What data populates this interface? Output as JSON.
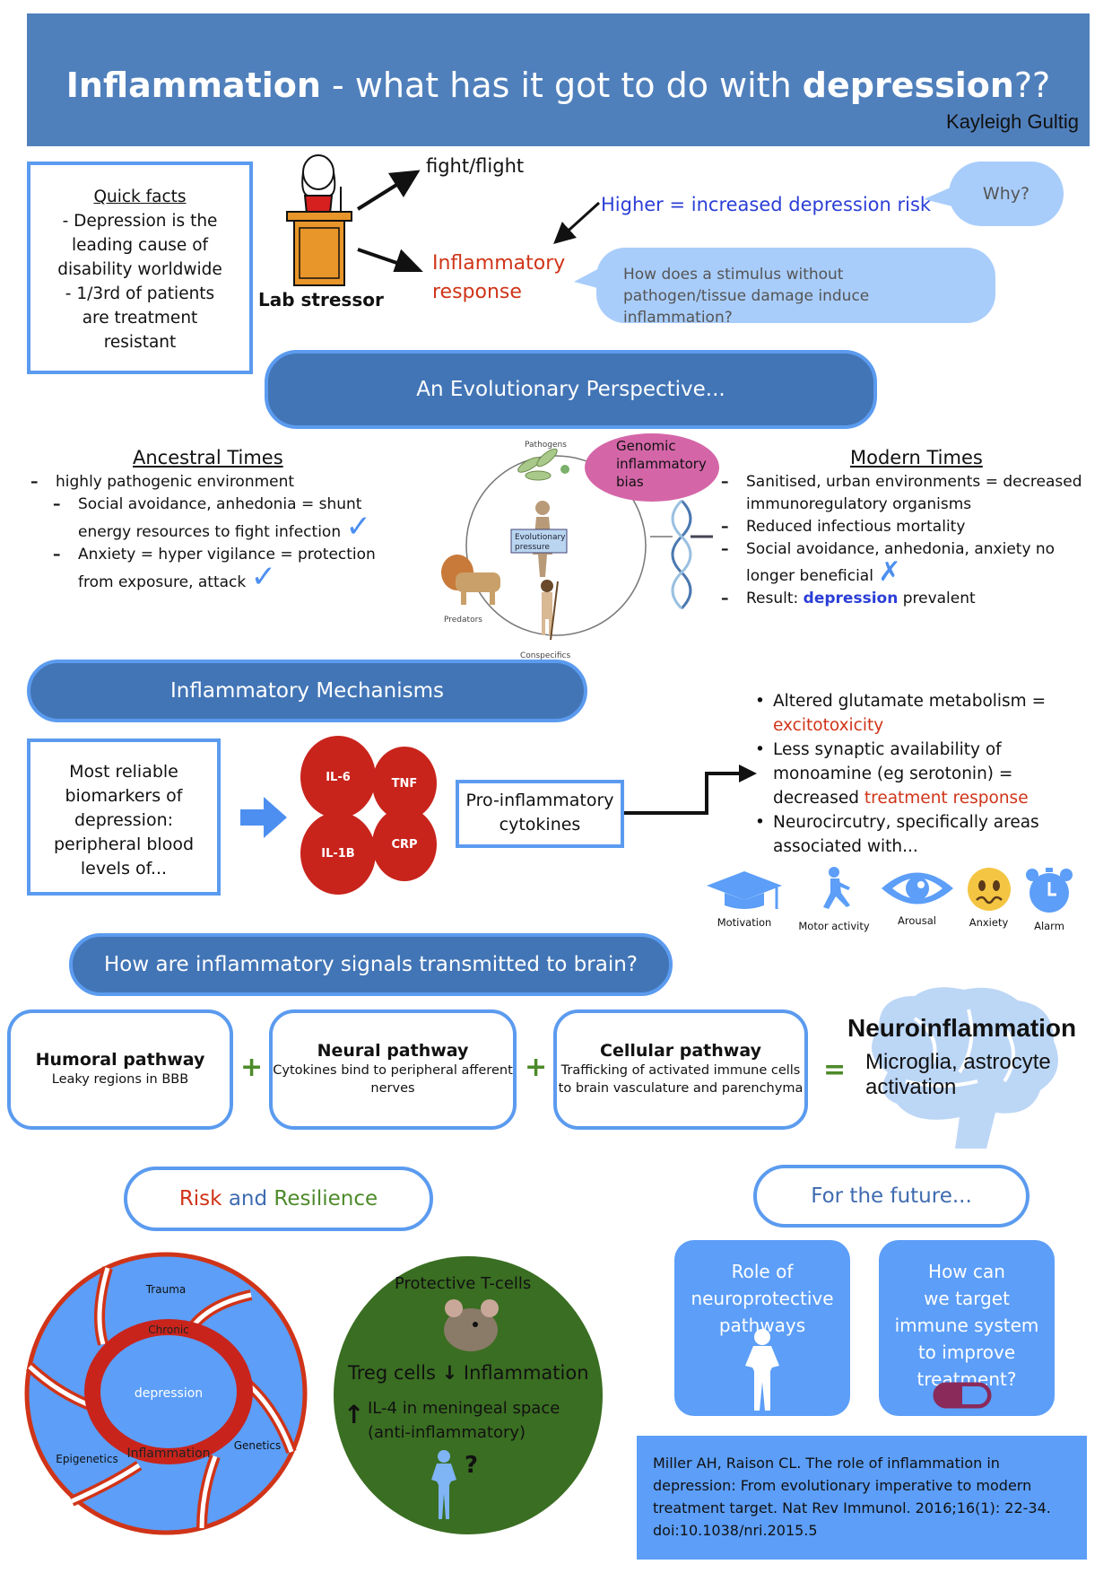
{
  "header": {
    "title_part1": "Inflammation",
    "title_part2": " - what has it got to do with ",
    "title_part3": "depression",
    "title_part4": "??",
    "author": "Kayleigh Gultig"
  },
  "quick_facts": {
    "title": "Quick facts",
    "lines": [
      "- Depression is the",
      "leading cause of",
      "disability worldwide",
      "- 1/3rd of patients",
      "are treatment",
      "resistant"
    ]
  },
  "stressor": {
    "label": "Lab stressor",
    "fight_flight": "fight/flight",
    "inflammatory_line1": "Inflammatory",
    "inflammatory_line2": "response",
    "higher": "Higher = increased depression risk",
    "why": "Why?",
    "how_does": "How does a stimulus without pathogen/tissue damage induce inflammation?"
  },
  "sections": {
    "evolutionary": "An Evolutionary Perspective...",
    "mechanisms": "Inflammatory Mechanisms",
    "how_transmitted": "How are inflammatory signals transmitted to brain?",
    "risk": "Risk",
    "and": "and",
    "resilience": "Resilience",
    "future": "For the future..."
  },
  "ancestral": {
    "title": "Ancestral Times",
    "items": [
      "highly pathogenic environment",
      "Social avoidance, anhedonia = shunt energy resources to fight infection",
      "Anxiety = hyper vigilance = protection from exposure, attack"
    ]
  },
  "modern": {
    "title": "Modern Times",
    "items": [
      "Sanitised, urban environments = decreased immunoregulatory organisms",
      "Reduced infectious mortality",
      "Social avoidance, anhedonia, anxiety no longer beneficial"
    ],
    "result_prefix": "Result: ",
    "result_word": "depression",
    "result_suffix": " prevalent"
  },
  "evo_diagram": {
    "pathogens": "Pathogens",
    "predators": "Predators",
    "conspecifics": "Conspecifics",
    "pressure_line1": "Evolutionary",
    "pressure_line2": "pressure",
    "genomic_line1": "Genomic",
    "genomic_line2": "inflammatory",
    "genomic_line3": "bias"
  },
  "mechanisms": {
    "biomarkers": [
      "Most reliable",
      "biomarkers of",
      "depression:",
      "peripheral blood",
      "levels of..."
    ],
    "cytokines": [
      "IL-6",
      "TNF",
      "IL-1B",
      "CRP"
    ],
    "pro_inflammatory_line1": "Pro-inflammatory",
    "pro_inflammatory_line2": "cytokines",
    "effects": {
      "e1_text": "Altered glutamate metabolism =",
      "e1_red": "excitotoxicity",
      "e2_text": "Less synaptic availability of monoamine (eg serotonin) = decreased ",
      "e2_red": "treatment response",
      "e3_text": "Neurocircutry, specifically areas associated with..."
    },
    "areas": [
      "Motivation",
      "Motor activity",
      "Arousal",
      "Anxiety",
      "Alarm"
    ]
  },
  "pathways": {
    "humoral_title": "Humoral pathway",
    "humoral_desc": "Leaky regions in BBB",
    "neural_title": "Neural pathway",
    "neural_desc": "Cytokines bind to peripheral afferent nerves",
    "cellular_title": "Cellular pathway",
    "cellular_desc": "Trafficking of activated immune cells to brain vasculature and parenchyma",
    "plus": "+",
    "equals": "=",
    "result_title": "Neuroinflammation",
    "result_line1": "Microglia, astrocyte",
    "result_line2": "activation"
  },
  "risk_wheel": {
    "center": "depression",
    "ring_top": "Chronic",
    "ring_bottom": "Inflammation",
    "factors": [
      "Trauma",
      "Genetics",
      "Epigenetics"
    ]
  },
  "resilience": {
    "title": "Protective T-cells",
    "treg": "Treg cells",
    "inflammation": "Inflammation",
    "il4_line1": "IL-4 in meningeal space",
    "il4_line2": "(anti-inflammatory)",
    "question": "?"
  },
  "future": {
    "box1": [
      "Role of",
      "neuroprotective",
      "pathways"
    ],
    "box2": [
      "How can",
      "we target",
      "immune system",
      "to improve",
      "treatment?"
    ]
  },
  "citation": "Miller AH, Raison CL. The role of inflammation in depression: From evolutionary imperative to modern treatment target. Nat Rev Immunol. 2016;16(1): 22-34. doi:10.1038/nri.2015.5",
  "colors": {
    "header_bg": "#5080bc",
    "accent_blue": "#5b9bef",
    "pill_fill": "#4275b6",
    "red": "#d03418",
    "highlight_blue": "#2b3ed6",
    "green": "#4d8a2a",
    "bubble": "#a9cdfb",
    "genomic_pink": "#d466a8",
    "cytokine_red": "#c8241c"
  }
}
